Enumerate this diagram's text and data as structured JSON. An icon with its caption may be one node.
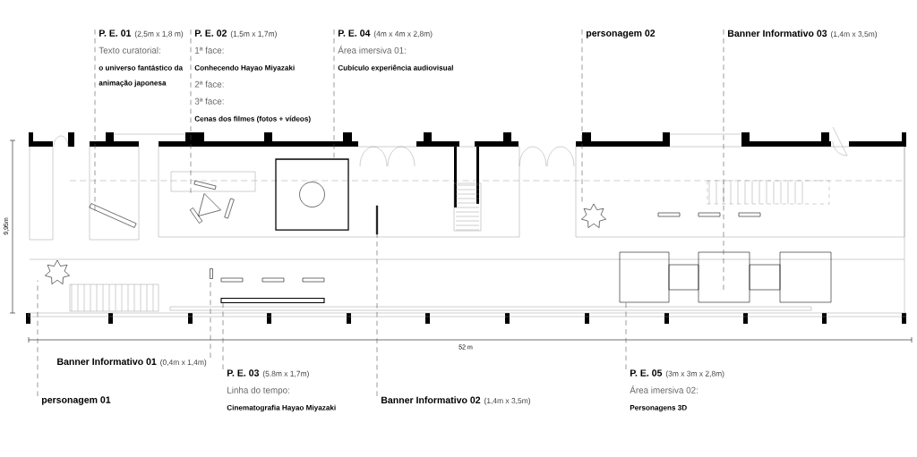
{
  "diagram": {
    "nodes": [
      {
        "text": [
          "P. E. 01",
          "(2,5m x 1,8 m)",
          "Texto curatorial:",
          "o universo fantástico da animação japonesa"
        ]
      },
      {
        "text": [
          "P. E. 02",
          "(1,5m x 1,7m)",
          "1ª face:",
          "Conhecendo Hayao Miyazaki",
          "2ª face:",
          "3ª face:",
          "Cenas dos filmes (fotos + vídeos)"
        ]
      },
      {
        "text": [
          "P. E. 04",
          "(4m x 4m x 2,8m)",
          "Área imersiva 01:",
          "Cubículo experiência audiovisual"
        ]
      },
      {
        "text": [
          "personagem 02"
        ]
      },
      {
        "text": [
          "Banner Informativo 03",
          "(1,4m x 3,5m)"
        ]
      },
      {
        "text": [
          "Banner Informativo 01",
          "(0,4m x 1,4m)"
        ]
      },
      {
        "text": [
          "personagem 01"
        ]
      },
      {
        "text": [
          "P. E. 03",
          "(5.8m x 1,7m)",
          "Linha do tempo:",
          "Cinematografia Hayao Miyazaki"
        ]
      },
      {
        "text": [
          "Banner Informativo 02",
          "(1,4m x 3,5m)"
        ]
      },
      {
        "text": [
          "P. E. 05",
          "(3m x 3m x 2,8m)",
          "Área imersiva 02:",
          "Personagens 3D"
        ]
      },
      {
        "text": [],
        "shape": "bar"
      },
      {
        "text": [],
        "shape": "triangle"
      },
      {
        "text": [],
        "shape": "box"
      },
      {
        "text": [],
        "shape": "star"
      },
      {
        "text": [],
        "shape": "star"
      },
      {
        "text": [],
        "shape": "bar"
      },
      {
        "text": [],
        "shape": "box"
      },
      {
        "text": [],
        "shape": "bar"
      },
      {
        "text": [],
        "shape": "bar"
      }
    ],
    "edges": [
      {
        "from": 0,
        "to": 10,
        "arrow": "none",
        "style": "dashed"
      },
      {
        "from": 1,
        "to": 11,
        "arrow": "none",
        "style": "dashed"
      },
      {
        "from": 2,
        "to": 12,
        "arrow": "none",
        "style": "dashed"
      },
      {
        "from": 3,
        "to": 13,
        "arrow": "none",
        "style": "dashed"
      },
      {
        "from": 4,
        "to": null,
        "arrow": "none",
        "style": "dashed"
      },
      {
        "from": 5,
        "to": 17,
        "arrow": "none",
        "style": "dashed"
      },
      {
        "from": 6,
        "to": 14,
        "arrow": "none",
        "style": "dashed"
      },
      {
        "from": 7,
        "to": 15,
        "arrow": "none",
        "style": "dashed"
      },
      {
        "from": 8,
        "to": 18,
        "arrow": "none",
        "style": "dashed"
      },
      {
        "from": 9,
        "to": 16,
        "arrow": "none",
        "style": "dashed"
      }
    ],
    "labels": [
      "9,95m",
      "52 m"
    ]
  }
}
